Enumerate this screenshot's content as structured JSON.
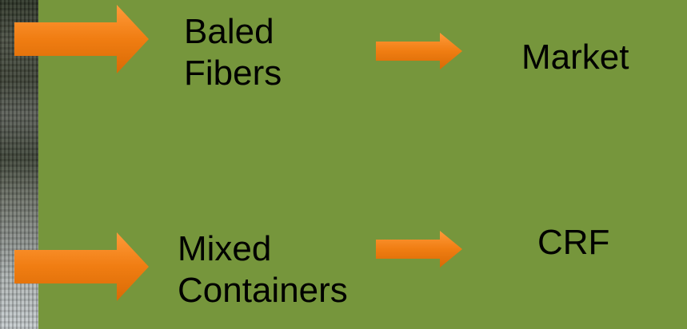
{
  "diagram": {
    "nodes": {
      "baled_fibers": [
        "Baled",
        "Fibers"
      ],
      "market": "Market",
      "mixed_containers": [
        "Mixed",
        "Containers"
      ],
      "crf": "CRF"
    },
    "edges": [
      {
        "from": "source",
        "to": "baled_fibers"
      },
      {
        "from": "baled_fibers",
        "to": "market"
      },
      {
        "from": "source",
        "to": "mixed_containers"
      },
      {
        "from": "mixed_containers",
        "to": "crf"
      }
    ],
    "colors": {
      "background": "#76963c",
      "arrow": "#f07d12",
      "text": "#000000"
    }
  }
}
